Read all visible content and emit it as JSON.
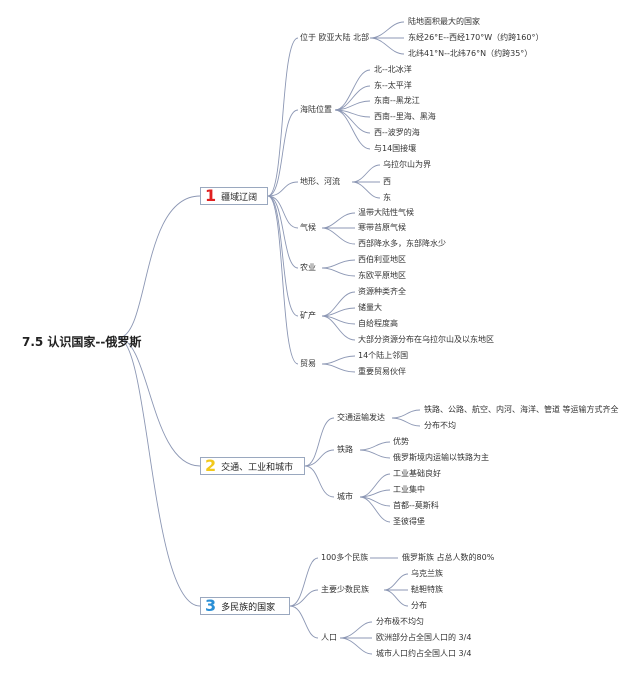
{
  "root": "7.5 认识国家--俄罗斯",
  "b1": {
    "num": "1",
    "label": "疆域辽阔",
    "loc": {
      "label": "位于 欧亚大陆 北部",
      "items": [
        "陆地面积最大的国家",
        "东经26°E--西经170°W（约跨160°）",
        "北纬41°N--北纬76°N（约跨35°）"
      ]
    },
    "sea": {
      "label": "海陆位置",
      "items": [
        "北--北冰洋",
        "东--太平洋",
        "东南--黑龙江",
        "西南--里海、黑海",
        "西--波罗的海",
        "与14国接壤"
      ]
    },
    "terrain": {
      "label": "地形、河流",
      "items": [
        "乌拉尔山为界",
        "西",
        "东"
      ]
    },
    "climate": {
      "label": "气候",
      "items": [
        "温带大陆性气候",
        "寒带苔原气候",
        "西部降水多，东部降水少"
      ]
    },
    "agri": {
      "label": "农业",
      "items": [
        "西伯利亚地区",
        "东欧平原地区"
      ]
    },
    "mineral": {
      "label": "矿产",
      "items": [
        "资源种类齐全",
        "储量大",
        "自给程度高",
        "大部分资源分布在乌拉尔山及以东地区"
      ]
    },
    "trade": {
      "label": "贸易",
      "items": [
        "14个陆上邻国",
        "重要贸易伙伴"
      ]
    }
  },
  "b2": {
    "num": "2",
    "label": "交通、工业和城市",
    "transport": {
      "label": "交通运输发达",
      "items": [
        "铁路、公路、航空、内河、海洋、管道 等运输方式齐全",
        "分布不均"
      ]
    },
    "rail": {
      "label": "铁路",
      "items": [
        "优势",
        "俄罗斯境内运输以铁路为主"
      ]
    },
    "city": {
      "label": "城市",
      "items": [
        "工业基础良好",
        "工业集中",
        "首都--莫斯科",
        "圣彼得堡"
      ]
    }
  },
  "b3": {
    "num": "3",
    "label": "多民族的国家",
    "ethnic": {
      "label": "100多个民族",
      "items": [
        "俄罗斯族 占总人数的80%"
      ]
    },
    "minor": {
      "label": "主要少数民族",
      "items": [
        "乌克兰族",
        "鞑靼特族",
        "分布"
      ]
    },
    "pop": {
      "label": "人口",
      "items": [
        "分布极不均匀",
        "欧洲部分占全国人口的 3/4",
        "城市人口约占全国人口 3/4"
      ]
    }
  },
  "colors": {
    "line": "#8c97b4",
    "num1": "#e02020",
    "num2": "#f2c81a",
    "num3": "#2a8fd6"
  }
}
